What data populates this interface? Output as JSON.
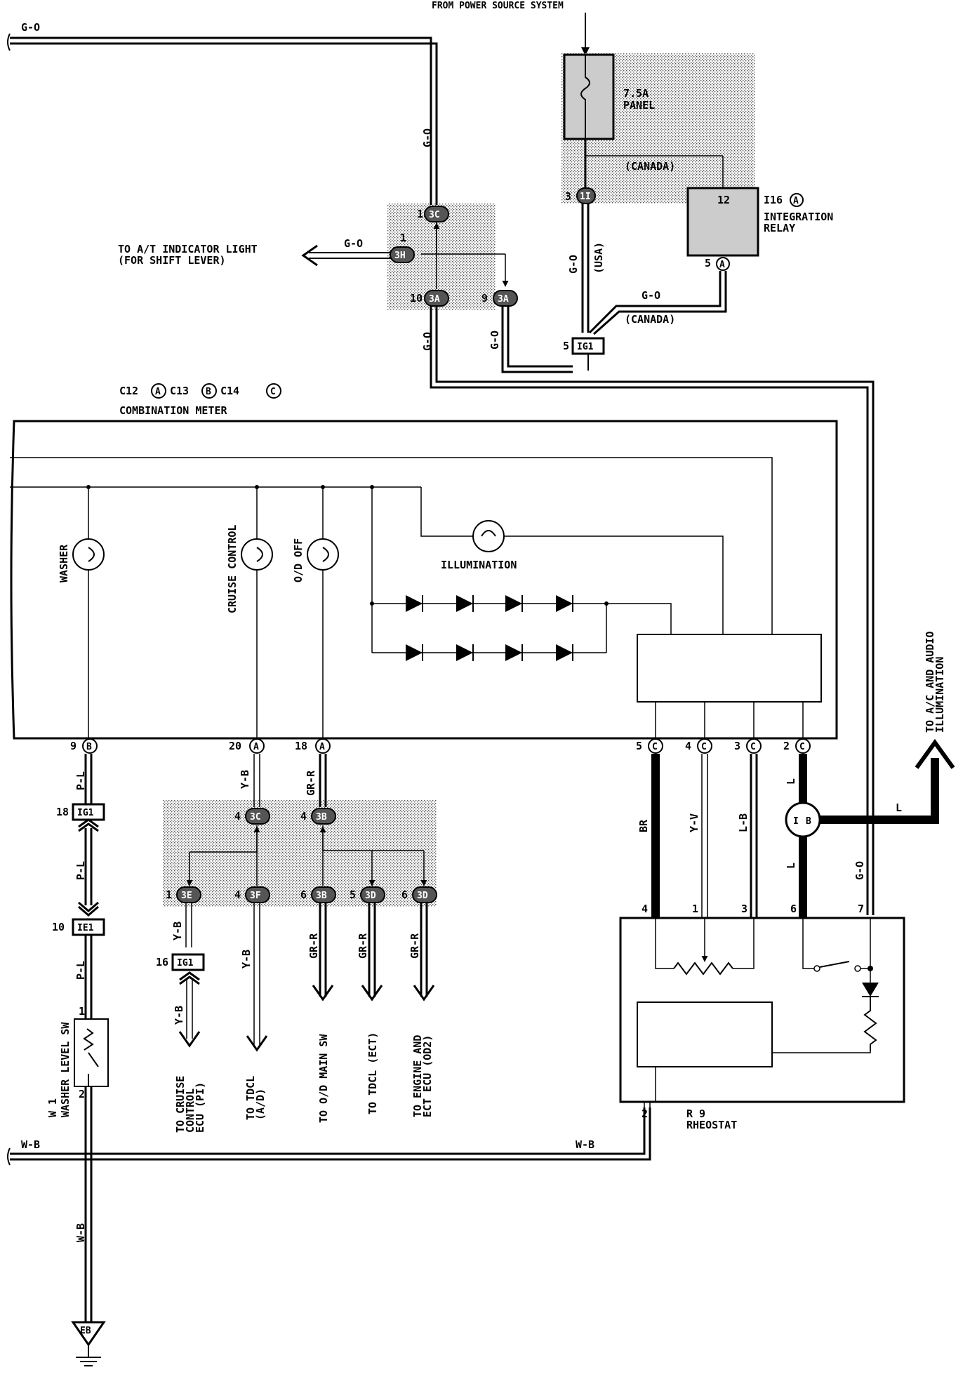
{
  "top": {
    "source": "FROM POWER SOURCE SYSTEM",
    "fuse": [
      "7.5A",
      "PANEL"
    ],
    "canada_top": "(CANADA)",
    "usa": "(USA)",
    "canada_bottom": "(CANADA)",
    "integration_relay_id": "I16",
    "integration_relay_conn": "A",
    "integration_relay_name": [
      "INTEGRATION",
      "RELAY"
    ],
    "relay_pin_12": "12",
    "relay_pin_5": "5",
    "to_at_indicator": [
      "TO A/T INDICATOR LIGHT",
      "(FOR SHIFT LEVER)"
    ]
  },
  "wire_colors": {
    "g_o": "G-O",
    "p_l": "P-L",
    "y_b": "Y-B",
    "gr_r": "GR-R",
    "br": "BR",
    "y_v": "Y-V",
    "l_b": "L-B",
    "l": "L",
    "w_b": "W-B"
  },
  "connectors": {
    "c3": "3C",
    "c3h": "3H",
    "c3a": "3A",
    "c11": "1I",
    "ig1": "IG1",
    "ie1": "IE1",
    "c3c": "3C",
    "c3b": "3B",
    "c3e": "3E",
    "c3f": "3F",
    "c3d": "3D",
    "eb": "EB",
    "splice_i": "I",
    "splice_b": "B"
  },
  "pins": {
    "p1": "1",
    "p10": "10",
    "p9": "9",
    "p3": "3",
    "p5": "5",
    "p18": "18",
    "p16": "16",
    "p4": "4",
    "p6": "6",
    "p2": "2",
    "p7": "7",
    "p20": "20"
  },
  "combination_meter": {
    "ids": [
      "C12",
      "A",
      "C13",
      "B",
      "C14",
      "C"
    ],
    "name": "COMBINATION METER",
    "lamps": [
      "WASHER",
      "CRUISE CONTROL",
      "O/D OFF",
      "ILLUMINATION"
    ],
    "pin_labels": [
      "9",
      "B",
      "20",
      "A",
      "18",
      "A",
      "5",
      "C",
      "4",
      "C",
      "3",
      "C",
      "2",
      "C"
    ]
  },
  "washer_sw": {
    "id": "W 1",
    "name": "WASHER LEVEL SW"
  },
  "rheostat": {
    "id": "R 9",
    "name": "RHEOSTAT",
    "pins": [
      "4",
      "1",
      "3",
      "6",
      "7",
      "2"
    ]
  },
  "destinations": {
    "cruise": [
      "TO CRUISE",
      "CONTROL",
      "ECU (PI)"
    ],
    "tdcl_ad": [
      "TO TDCL",
      "(A/D)"
    ],
    "od_main": "TO O/D MAIN SW",
    "tdcl_ect": "TO TDCL (ECT)",
    "engine_ect": [
      "TO ENGINE AND",
      "ECT ECU (OD2)"
    ],
    "ac_audio": [
      "TO A/C AND AUDIO",
      "ILLUMINATION"
    ]
  }
}
